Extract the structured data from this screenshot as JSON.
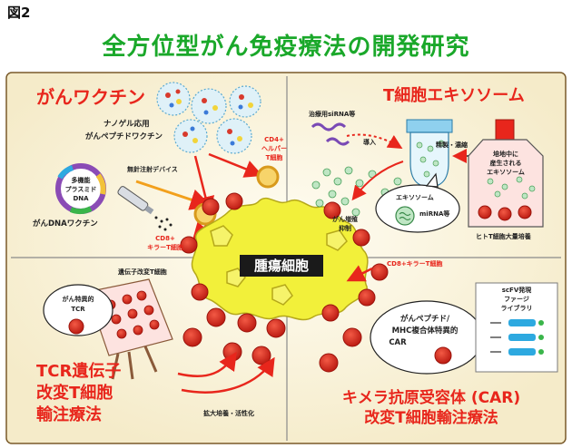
{
  "figure_label": "図2",
  "title": "全方位型がん免疫療法の開発研究",
  "panels": {
    "vaccine": {
      "heading": "がんワクチン",
      "nanogel": [
        "ナノゲル応用",
        "がんペプチドワクチン"
      ],
      "plasmid": [
        "多機能",
        "プラスミド",
        "DNA"
      ],
      "device": "無針注射デバイス",
      "dna_vaccine": "がんDNAワクチン",
      "cd4": [
        "CD4+",
        "ヘルパー",
        "T細胞"
      ],
      "cd8": [
        "CD8+",
        "キラーT細胞"
      ]
    },
    "exosome": {
      "heading": "T細胞エキソソーム",
      "sirna": "治療用siRNA等",
      "intro": "導入",
      "purify": "精製・濃縮",
      "produced": [
        "培地中に",
        "産生される",
        "エキソソーム"
      ],
      "exosome_label": "エキソソーム",
      "mirna": "miRNA等",
      "suppress": [
        "がん増殖",
        "抑制"
      ],
      "culture": "ヒトT細胞大量培養"
    },
    "tumor": "腫瘍細胞",
    "tcr": {
      "gene_modified": "遺伝子改変T細胞",
      "specific": [
        "がん特異的",
        "TCR"
      ],
      "heading": [
        "TCR遺伝子",
        "改変T細胞",
        "輸注療法"
      ],
      "expand": "拡大培養・活性化"
    },
    "car": {
      "cd8": "CD8+キラーT細胞",
      "library": [
        "scFV発現",
        "ファージ",
        "ライブラリ"
      ],
      "car_label": [
        "がんペプチド/",
        "MHC複合体特異的",
        "CAR"
      ],
      "heading": [
        "キメラ抗原受容体 (CAR)",
        "改変T細胞輸注療法"
      ]
    }
  },
  "colors": {
    "title_green": "#1aa82a",
    "heading_red": "#e8261c",
    "panel_bg": "#fbf6e4",
    "tumor_yellow": "#f2f03a",
    "cell_red": "#d2281c",
    "panel_border": "#7a5a2a"
  }
}
